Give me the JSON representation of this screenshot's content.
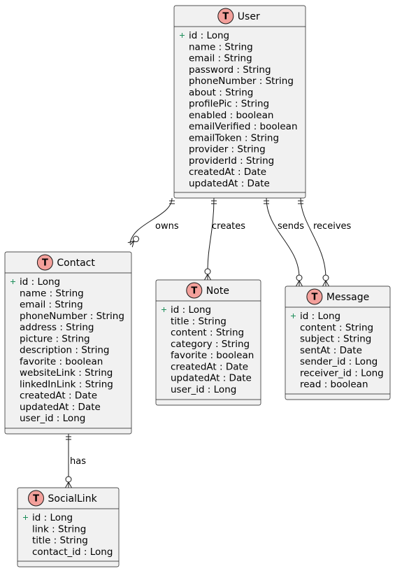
{
  "entities": {
    "user": {
      "stereotype": "T",
      "name": "User",
      "attributes": [
        {
          "text": "id : Long",
          "pk": true
        },
        {
          "text": "name : String"
        },
        {
          "text": "email : String"
        },
        {
          "text": "password : String"
        },
        {
          "text": "phoneNumber : String"
        },
        {
          "text": "about : String"
        },
        {
          "text": "profilePic : String"
        },
        {
          "text": "enabled : boolean"
        },
        {
          "text": "emailVerified : boolean"
        },
        {
          "text": "emailToken : String"
        },
        {
          "text": "provider : String"
        },
        {
          "text": "providerId : String"
        },
        {
          "text": "createdAt : Date"
        },
        {
          "text": "updatedAt : Date"
        }
      ]
    },
    "contact": {
      "stereotype": "T",
      "name": "Contact",
      "attributes": [
        {
          "text": "id : Long",
          "pk": true
        },
        {
          "text": "name : String"
        },
        {
          "text": "email : String"
        },
        {
          "text": "phoneNumber : String"
        },
        {
          "text": "address : String"
        },
        {
          "text": "picture : String"
        },
        {
          "text": "description : String"
        },
        {
          "text": "favorite : boolean"
        },
        {
          "text": "websiteLink : String"
        },
        {
          "text": "linkedInLink : String"
        },
        {
          "text": "createdAt : Date"
        },
        {
          "text": "updatedAt : Date"
        },
        {
          "text": "user_id : Long"
        }
      ]
    },
    "note": {
      "stereotype": "T",
      "name": "Note",
      "attributes": [
        {
          "text": "id : Long",
          "pk": true
        },
        {
          "text": "title : String"
        },
        {
          "text": "content : String"
        },
        {
          "text": "category : String"
        },
        {
          "text": "favorite : boolean"
        },
        {
          "text": "createdAt : Date"
        },
        {
          "text": "updatedAt : Date"
        },
        {
          "text": "user_id : Long"
        }
      ]
    },
    "message": {
      "stereotype": "T",
      "name": "Message",
      "attributes": [
        {
          "text": "id : Long",
          "pk": true
        },
        {
          "text": "content : String"
        },
        {
          "text": "subject : String"
        },
        {
          "text": "sentAt : Date"
        },
        {
          "text": "sender_id : Long"
        },
        {
          "text": "receiver_id : Long"
        },
        {
          "text": "read : boolean"
        }
      ]
    },
    "sociallink": {
      "stereotype": "T",
      "name": "SocialLink",
      "attributes": [
        {
          "text": "id : Long",
          "pk": true
        },
        {
          "text": "link : String"
        },
        {
          "text": "title : String"
        },
        {
          "text": "contact_id : Long"
        }
      ]
    }
  },
  "relationships": [
    {
      "id": "owns",
      "from": "User",
      "to": "Contact",
      "label": "owns",
      "from_card": "exactly-one",
      "to_card": "zero-or-many"
    },
    {
      "id": "creates",
      "from": "User",
      "to": "Note",
      "label": "creates",
      "from_card": "exactly-one",
      "to_card": "zero-or-many"
    },
    {
      "id": "sends",
      "from": "User",
      "to": "Message",
      "label": "sends",
      "from_card": "exactly-one",
      "to_card": "zero-or-many"
    },
    {
      "id": "receives",
      "from": "User",
      "to": "Message",
      "label": "receives",
      "from_card": "exactly-one",
      "to_card": "zero-or-many"
    },
    {
      "id": "has",
      "from": "Contact",
      "to": "SocialLink",
      "label": "has",
      "from_card": "exactly-one",
      "to_card": "zero-or-many"
    }
  ],
  "colors": {
    "entity_fill": "#f1f1f1",
    "badge_fill": "#f3a09b",
    "pk_marker": "#1f8f5b",
    "line": "#181818"
  }
}
